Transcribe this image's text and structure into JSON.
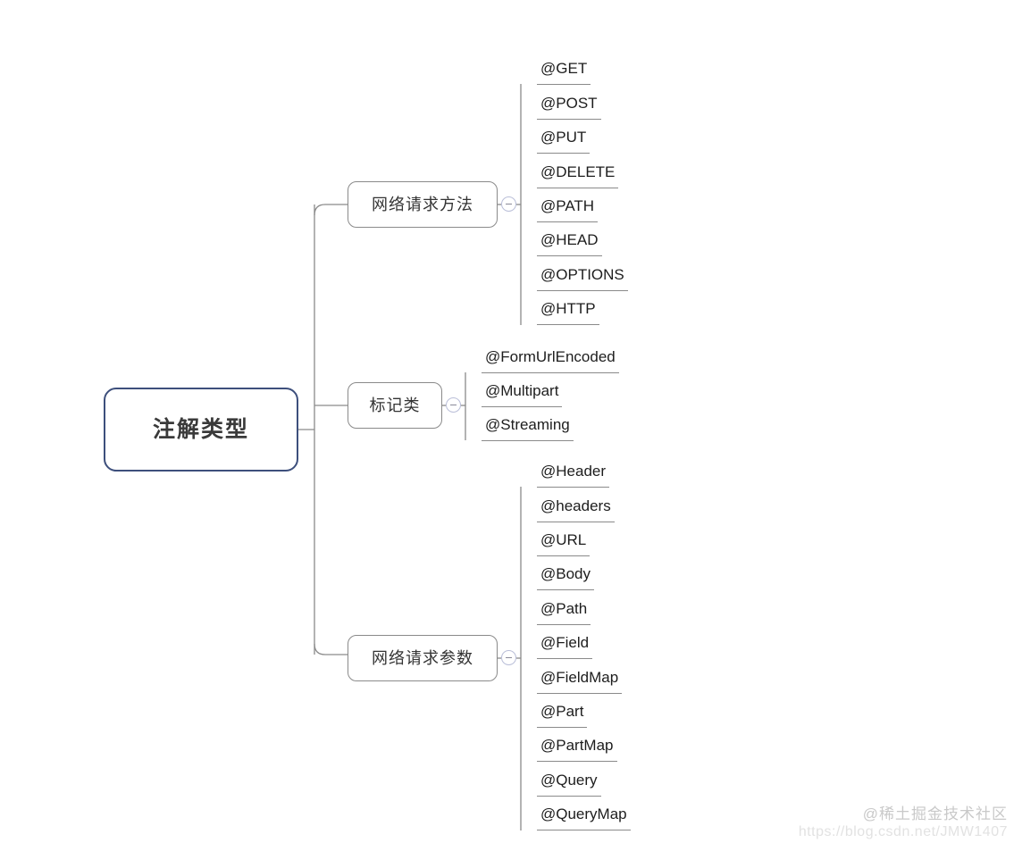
{
  "diagram": {
    "type": "mindmap",
    "root": {
      "label": "注解类型",
      "border_color": "#3d4f7c"
    },
    "branch_border_color": "#8a8a8a",
    "connector_color": "#8a8a8a",
    "toggle_icon": "collapse-minus-icon",
    "branches": [
      {
        "label": "网络请求方法",
        "collapsed": false,
        "leaves": [
          "@GET",
          "@POST",
          "@PUT",
          "@DELETE",
          "@PATH",
          "@HEAD",
          "@OPTIONS",
          "@HTTP"
        ]
      },
      {
        "label": "标记类",
        "collapsed": false,
        "leaves": [
          "@FormUrlEncoded",
          "@Multipart",
          "@Streaming"
        ]
      },
      {
        "label": "网络请求参数",
        "collapsed": false,
        "leaves": [
          "@Header",
          "@headers",
          "@URL",
          "@Body",
          "@Path",
          "@Field",
          "@FieldMap",
          "@Part",
          "@PartMap",
          "@Query",
          "@QueryMap"
        ]
      }
    ]
  },
  "watermark": {
    "text": "@稀土掘金技术社区",
    "url": "https://blog.csdn.net/JMW1407"
  }
}
